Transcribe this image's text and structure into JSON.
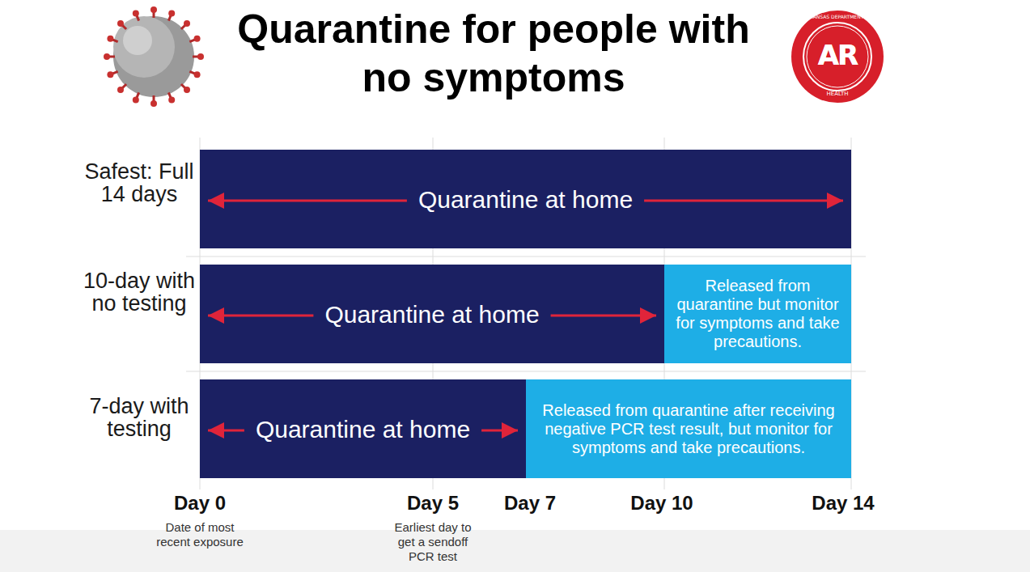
{
  "diagram": {
    "title": "Quarantine for people with no symptoms",
    "nodes": [
      {
        "text": [
          "Quarantine at home"
        ]
      },
      {
        "text": [
          "Quarantine at home"
        ]
      },
      {
        "text": [
          "Released from quarantine but monitor for symptoms and take precautions."
        ]
      },
      {
        "text": [
          "Quarantine at home"
        ]
      },
      {
        "text": [
          "Released from quarantine after receiving negative PCR test result, but monitor for symptoms and take precautions."
        ]
      }
    ],
    "labels": [
      "Safest: Full 14 days",
      "10-day with no testing",
      "7-day with testing",
      "Day 0",
      "Date of most recent exposure",
      "Day 5",
      "Earliest day to get a sendoff PCR test",
      "Day 7",
      "Day 10",
      "Day 14",
      "AR",
      "ARKANSAS DEPARTMENT OF",
      "HEALTH"
    ]
  }
}
